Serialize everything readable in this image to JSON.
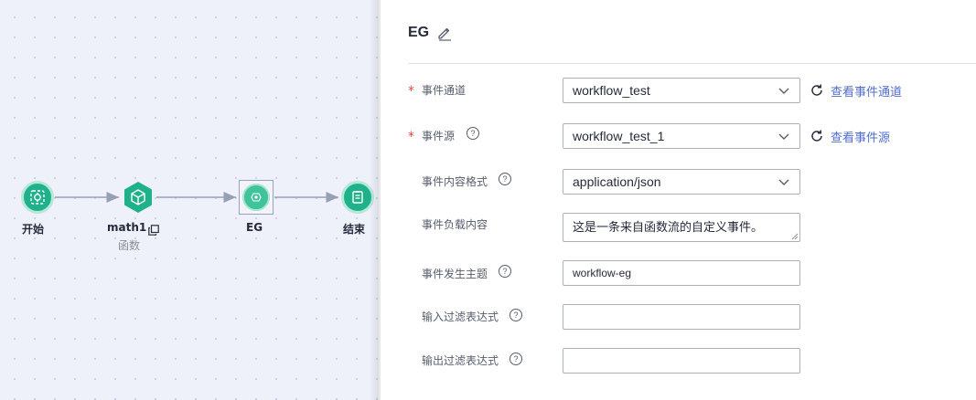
{
  "workflow": {
    "nodes": [
      {
        "id": "start",
        "label": "开始",
        "icon": "target-icon"
      },
      {
        "id": "math1",
        "label": "math1",
        "sublabel": "函数",
        "icon": "function-cube-icon",
        "action_icon": "copy-icon"
      },
      {
        "id": "eg",
        "label": "EG",
        "icon": "eventgrid-icon",
        "selected": true
      },
      {
        "id": "end",
        "label": "结束",
        "icon": "document-icon"
      }
    ]
  },
  "panel": {
    "title": "EG",
    "edit_icon": "pencil-icon",
    "fields": {
      "event_channel": {
        "label": "事件通道",
        "required": true,
        "value": "workflow_test",
        "link": "查看事件通道"
      },
      "event_source": {
        "label": "事件源",
        "required": true,
        "value": "workflow_test_1",
        "link": "查看事件源",
        "help": "?"
      },
      "content_format": {
        "label": "事件内容格式",
        "value": "application/json",
        "help": "?"
      },
      "payload": {
        "label": "事件负载内容",
        "value": "这是一条来自函数流的自定义事件。"
      },
      "subject": {
        "label": "事件发生主题",
        "value": "workflow-eg",
        "help": "?"
      },
      "input_filter": {
        "label": "输入过滤表达式",
        "value": "",
        "help": "?"
      },
      "output_filter": {
        "label": "输出过滤表达式",
        "value": "",
        "help": "?"
      }
    },
    "required_mark": "*"
  },
  "colors": {
    "accent_green": "#1fb28a",
    "link_blue": "#526ecc",
    "required_red": "#e64545"
  }
}
